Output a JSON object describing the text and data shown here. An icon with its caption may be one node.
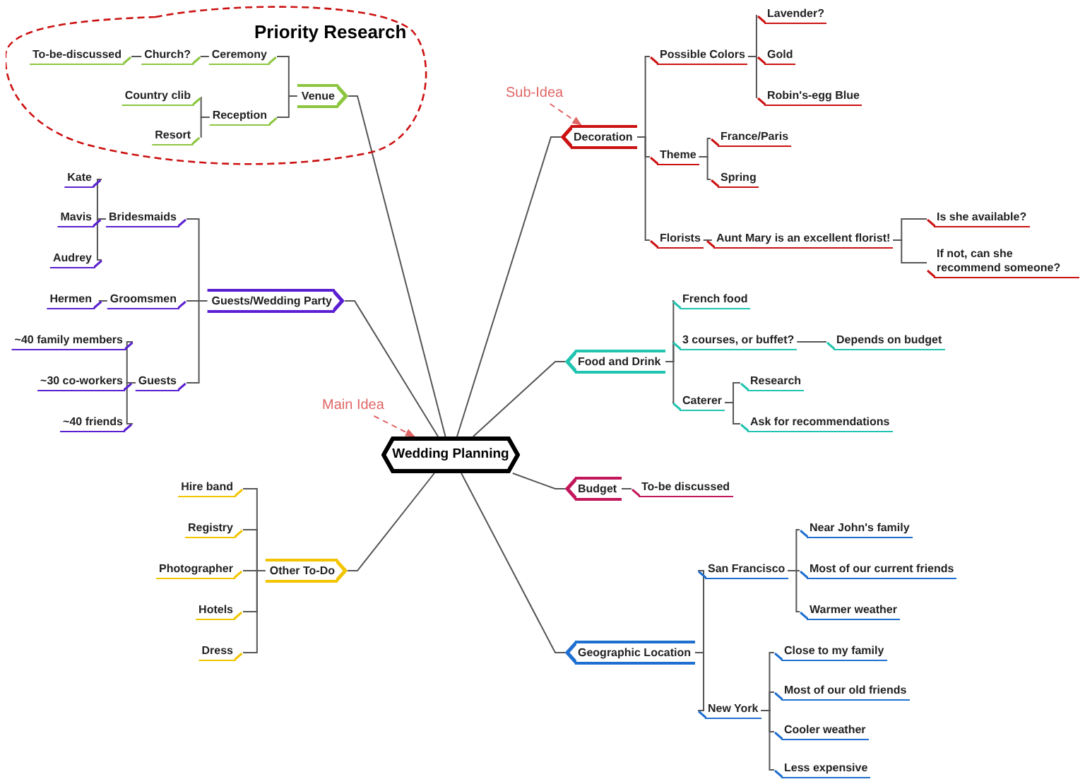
{
  "diagram": {
    "nodes": [
      {
        "text": [
          "Priority Research"
        ]
      },
      {
        "text": [
          "Venue"
        ],
        "in": 0
      },
      {
        "text": [
          "Ceremony"
        ],
        "in": 0
      },
      {
        "text": [
          "Church?"
        ],
        "in": 0
      },
      {
        "text": [
          "To-be-discussed"
        ],
        "in": 0
      },
      {
        "text": [
          "Reception"
        ],
        "in": 0
      },
      {
        "text": [
          "Country clib"
        ],
        "in": 0
      },
      {
        "text": [
          "Resort"
        ],
        "in": 0
      },
      {
        "text": [
          "Guests/Wedding Party"
        ]
      },
      {
        "text": [
          "Bridesmaids"
        ]
      },
      {
        "text": [
          "Kate"
        ]
      },
      {
        "text": [
          "Mavis"
        ]
      },
      {
        "text": [
          "Audrey"
        ]
      },
      {
        "text": [
          "Groomsmen"
        ]
      },
      {
        "text": [
          "Hermen"
        ]
      },
      {
        "text": [
          "Guests"
        ]
      },
      {
        "text": [
          "~40 family members"
        ]
      },
      {
        "text": [
          "~30 co-workers"
        ]
      },
      {
        "text": [
          "~40 friends"
        ]
      },
      {
        "text": [
          "Main Idea"
        ]
      },
      {
        "text": [
          "Wedding Planning"
        ]
      },
      {
        "text": [
          "Other To-Do"
        ]
      },
      {
        "text": [
          "Hire band"
        ]
      },
      {
        "text": [
          "Registry"
        ]
      },
      {
        "text": [
          "Photographer"
        ]
      },
      {
        "text": [
          "Hotels"
        ]
      },
      {
        "text": [
          "Dress"
        ]
      },
      {
        "text": [
          "Sub-Idea"
        ]
      },
      {
        "text": [
          "Decoration"
        ]
      },
      {
        "text": [
          "Possible Colors"
        ]
      },
      {
        "text": [
          "Lavender?"
        ]
      },
      {
        "text": [
          "Gold"
        ]
      },
      {
        "text": [
          "Robin's-egg Blue"
        ]
      },
      {
        "text": [
          "Theme"
        ]
      },
      {
        "text": [
          "France/Paris"
        ]
      },
      {
        "text": [
          "Spring"
        ]
      },
      {
        "text": [
          "Florists"
        ]
      },
      {
        "text": [
          "Aunt Mary is an excellent florist!"
        ]
      },
      {
        "text": [
          "Is she available?"
        ]
      },
      {
        "text": [
          "If not, can she recommend someone?"
        ]
      },
      {
        "text": [
          "Food and Drink"
        ]
      },
      {
        "text": [
          "French food"
        ]
      },
      {
        "text": [
          "3 courses, or buffet?"
        ]
      },
      {
        "text": [
          "Depends on budget"
        ]
      },
      {
        "text": [
          "Caterer"
        ]
      },
      {
        "text": [
          "Research"
        ]
      },
      {
        "text": [
          "Ask for recommendations"
        ]
      },
      {
        "text": [
          "Budget"
        ]
      },
      {
        "text": [
          "To-be discussed"
        ]
      },
      {
        "text": [
          "Geographic Location"
        ]
      },
      {
        "text": [
          "San Francisco"
        ]
      },
      {
        "text": [
          "Near John's family"
        ]
      },
      {
        "text": [
          "Most of our current friends"
        ]
      },
      {
        "text": [
          "Warmer weather"
        ]
      },
      {
        "text": [
          "New York"
        ]
      },
      {
        "text": [
          "Close to my family"
        ]
      },
      {
        "text": [
          "Most of our old friends"
        ]
      },
      {
        "text": [
          "Cooler weather"
        ]
      },
      {
        "text": [
          "Less expensive"
        ]
      }
    ],
    "edges": [
      {
        "from": 20,
        "to": 1,
        "arrow": "none"
      },
      {
        "from": 20,
        "to": 8,
        "arrow": "none"
      },
      {
        "from": 20,
        "to": 21,
        "arrow": "none"
      },
      {
        "from": 20,
        "to": 28,
        "arrow": "none"
      },
      {
        "from": 20,
        "to": 40,
        "arrow": "none"
      },
      {
        "from": 20,
        "to": 47,
        "arrow": "none"
      },
      {
        "from": 20,
        "to": 49,
        "arrow": "none"
      },
      {
        "from": 1,
        "to": 2,
        "arrow": "none"
      },
      {
        "from": 2,
        "to": 3,
        "arrow": "none"
      },
      {
        "from": 3,
        "to": 4,
        "arrow": "none"
      },
      {
        "from": 1,
        "to": 5,
        "arrow": "none"
      },
      {
        "from": 5,
        "to": 6,
        "arrow": "none"
      },
      {
        "from": 5,
        "to": 7,
        "arrow": "none"
      },
      {
        "from": 8,
        "to": 9,
        "arrow": "none"
      },
      {
        "from": 9,
        "to": 10,
        "arrow": "none"
      },
      {
        "from": 9,
        "to": 11,
        "arrow": "none"
      },
      {
        "from": 9,
        "to": 12,
        "arrow": "none"
      },
      {
        "from": 8,
        "to": 13,
        "arrow": "none"
      },
      {
        "from": 13,
        "to": 14,
        "arrow": "none"
      },
      {
        "from": 8,
        "to": 15,
        "arrow": "none"
      },
      {
        "from": 15,
        "to": 16,
        "arrow": "none"
      },
      {
        "from": 15,
        "to": 17,
        "arrow": "none"
      },
      {
        "from": 15,
        "to": 18,
        "arrow": "none"
      },
      {
        "from": 21,
        "to": 22,
        "arrow": "none"
      },
      {
        "from": 21,
        "to": 23,
        "arrow": "none"
      },
      {
        "from": 21,
        "to": 24,
        "arrow": "none"
      },
      {
        "from": 21,
        "to": 25,
        "arrow": "none"
      },
      {
        "from": 21,
        "to": 26,
        "arrow": "none"
      },
      {
        "from": 28,
        "to": 29,
        "arrow": "none"
      },
      {
        "from": 29,
        "to": 30,
        "arrow": "none"
      },
      {
        "from": 29,
        "to": 31,
        "arrow": "none"
      },
      {
        "from": 29,
        "to": 32,
        "arrow": "none"
      },
      {
        "from": 28,
        "to": 33,
        "arrow": "none"
      },
      {
        "from": 33,
        "to": 34,
        "arrow": "none"
      },
      {
        "from": 33,
        "to": 35,
        "arrow": "none"
      },
      {
        "from": 28,
        "to": 36,
        "arrow": "none"
      },
      {
        "from": 36,
        "to": 37,
        "arrow": "none"
      },
      {
        "from": 37,
        "to": 38,
        "arrow": "none"
      },
      {
        "from": 37,
        "to": 39,
        "arrow": "none"
      },
      {
        "from": 40,
        "to": 41,
        "arrow": "none"
      },
      {
        "from": 40,
        "to": 42,
        "arrow": "none"
      },
      {
        "from": 42,
        "to": 43,
        "arrow": "none"
      },
      {
        "from": 40,
        "to": 44,
        "arrow": "none"
      },
      {
        "from": 44,
        "to": 45,
        "arrow": "none"
      },
      {
        "from": 44,
        "to": 46,
        "arrow": "none"
      },
      {
        "from": 47,
        "to": 48,
        "arrow": "none"
      },
      {
        "from": 49,
        "to": 50,
        "arrow": "none"
      },
      {
        "from": 50,
        "to": 51,
        "arrow": "none"
      },
      {
        "from": 50,
        "to": 52,
        "arrow": "none"
      },
      {
        "from": 50,
        "to": 53,
        "arrow": "none"
      },
      {
        "from": 49,
        "to": 54,
        "arrow": "none"
      },
      {
        "from": 54,
        "to": 55,
        "arrow": "none"
      },
      {
        "from": 54,
        "to": 56,
        "arrow": "none"
      },
      {
        "from": 54,
        "to": 57,
        "arrow": "none"
      },
      {
        "from": 54,
        "to": 58,
        "arrow": "none"
      },
      {
        "from": 19,
        "to": 20,
        "arrow": "to",
        "style": "dashed",
        "color": "#e06666"
      },
      {
        "from": 27,
        "to": 28,
        "arrow": "to",
        "style": "dashed",
        "color": "#e06666"
      }
    ]
  }
}
